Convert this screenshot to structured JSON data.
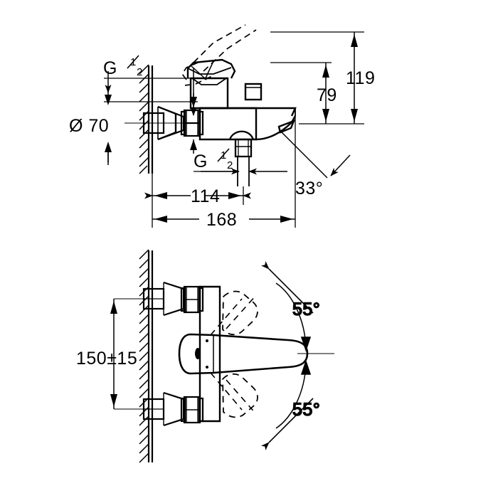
{
  "drawing": {
    "type": "technical-dimension-drawing",
    "subject": "wall-mounted bath shower mixer tap",
    "background_color": "#ffffff",
    "line_color": "#000000",
    "views": [
      {
        "id": "side-elevation",
        "name": "Side elevation view"
      },
      {
        "id": "plan-view",
        "name": "Plan / top view"
      }
    ]
  },
  "dimensions": {
    "side_view": {
      "inlet_thread_top": {
        "label": "G",
        "fraction_numerator": "1",
        "fraction_denominator": "2"
      },
      "escutcheon_diameter": {
        "label": "Ø 70"
      },
      "outlet_thread_bottom": {
        "label": "G",
        "fraction_numerator": "1",
        "fraction_denominator": "2"
      },
      "height_overall": {
        "label": "119"
      },
      "height_spout": {
        "label": "79"
      },
      "depth_to_spout_base": {
        "label": "114"
      },
      "depth_overall": {
        "label": "168"
      },
      "spout_angle": {
        "label": "33°"
      }
    },
    "plan_view": {
      "inlet_centre_distance": {
        "label": "150±15"
      },
      "lever_rotation_up": {
        "label": "55°"
      },
      "lever_rotation_down": {
        "label": "55°"
      }
    }
  },
  "labels": {
    "g_half_top": "G",
    "g_half_bottom": "G",
    "diameter_70": "Ø 70",
    "h_119": "119",
    "h_79": "79",
    "d_114": "114",
    "d_168": "168",
    "a_33": "33°",
    "c_150": "150±15",
    "a_55_upper": "55°",
    "a_55_lower": "55°",
    "frac_one": "1",
    "frac_two": "2"
  }
}
